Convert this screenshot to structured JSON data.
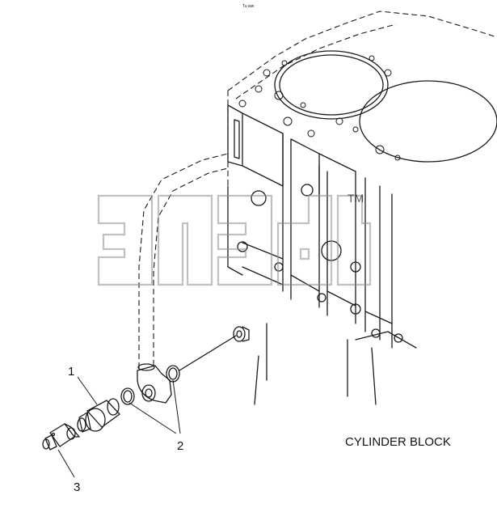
{
  "header": {
    "tiny_text": "Tu ww"
  },
  "callouts": [
    {
      "id": "callout-1",
      "text": "1"
    },
    {
      "id": "callout-2",
      "text": "2"
    },
    {
      "id": "callout-3",
      "text": "3"
    }
  ],
  "caption": "CYLINDER BLOCK",
  "watermark": {
    "trademark": "TM"
  }
}
